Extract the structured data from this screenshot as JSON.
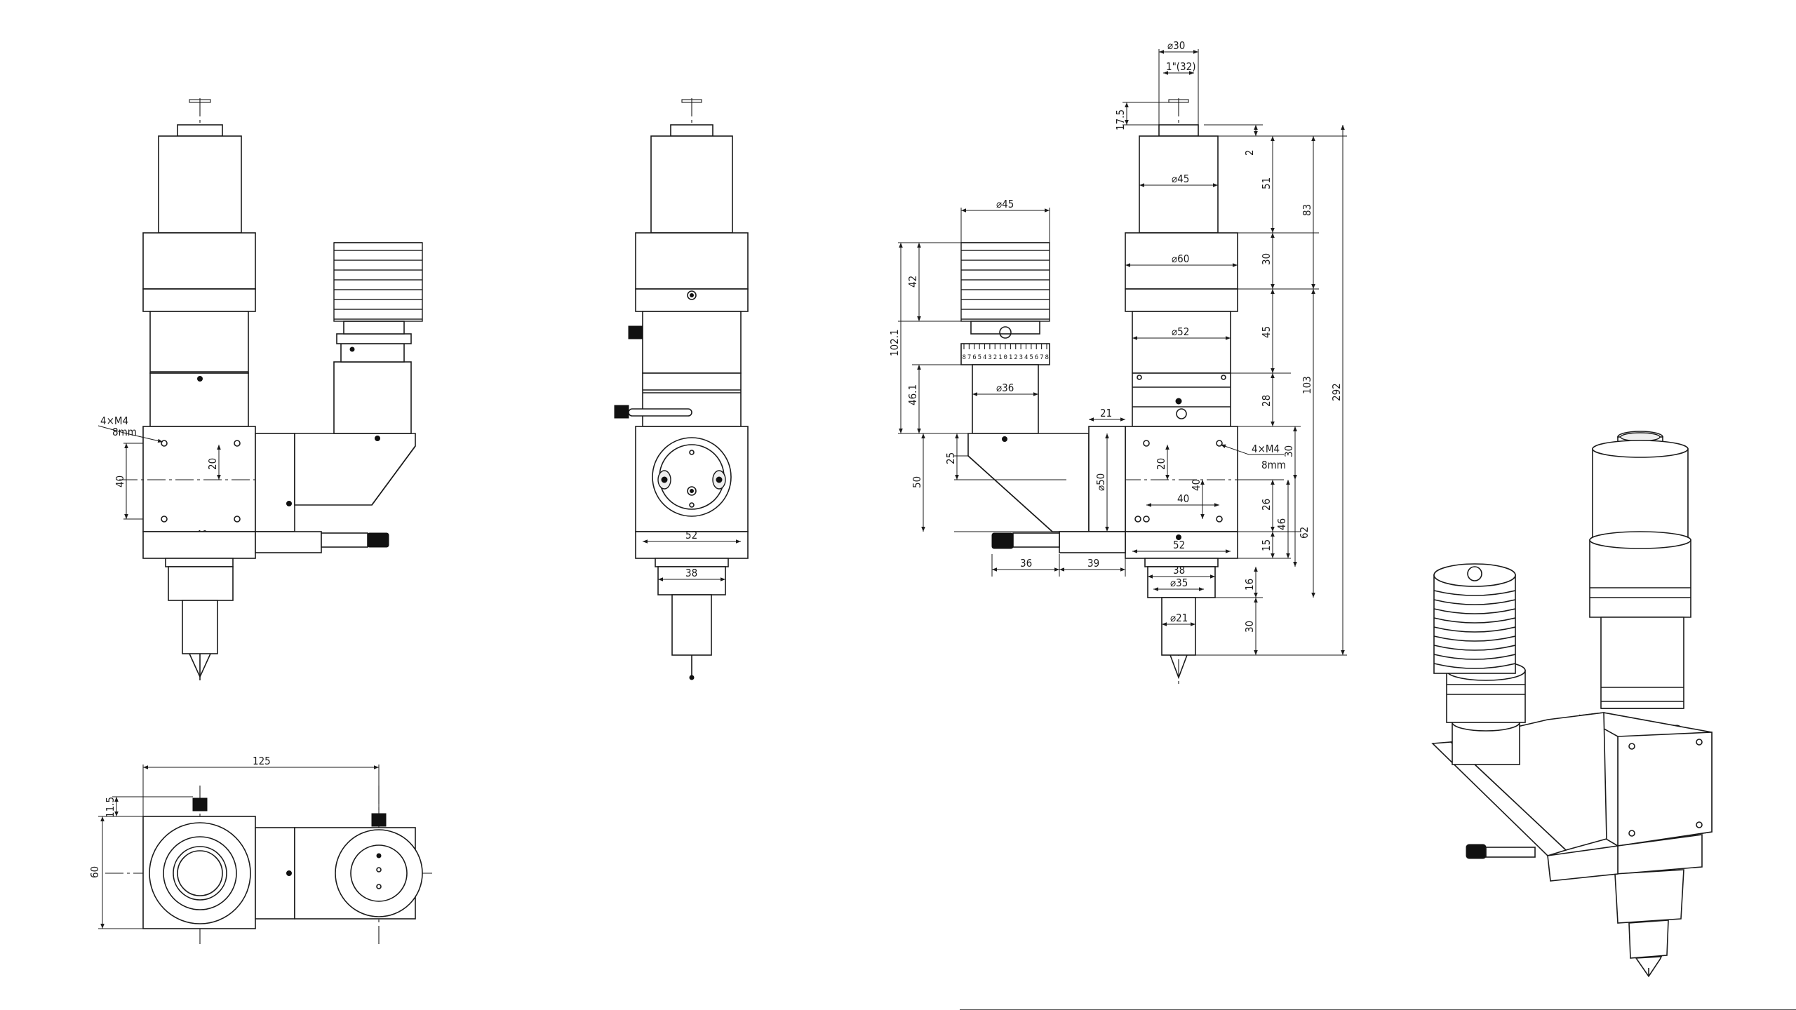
{
  "views": {
    "front": {
      "callout_holes": "4×M4",
      "callout_depth": "8mm",
      "dim_hole_vertical": "20",
      "dim_block_height": "40",
      "dim_hole_horizontal": "40"
    },
    "side": {
      "dim_block_width": "52",
      "dim_nose_width": "38"
    },
    "top": {
      "dim_overall_length": "125",
      "dim_knob_offset": "11.5",
      "dim_depth": "60"
    },
    "right": {
      "dia_top": "⌀30",
      "thread": "1\"(32)",
      "dim_cap": "17.5",
      "dim_2": "2",
      "dim_51": "51",
      "dim_83": "83",
      "dia_45_main": "⌀45",
      "dim_30_a": "30",
      "dia_60": "⌀60",
      "dim_45": "45",
      "dim_103": "103",
      "dim_292": "292",
      "dia_52_main": "⌀52",
      "dim_28": "28",
      "callout_holes": "4×M4",
      "callout_depth": "8mm",
      "dim_30_b": "30",
      "dim_20": "20",
      "dim_40_v": "40",
      "dim_40_h": "40",
      "dim_26": "26",
      "dim_46": "46",
      "dim_62": "62",
      "dim_15": "15",
      "dim_52_block": "52",
      "dim_38": "38",
      "dia_35": "⌀35",
      "dim_16": "16",
      "dia_21": "⌀21",
      "dim_30_c": "30",
      "dia_45_arm": "⌀45",
      "dim_42": "42",
      "dim_102_1": "102.1",
      "dim_46_1": "46.1",
      "dia_36": "⌀36",
      "dim_21": "21",
      "dim_25": "25",
      "dia_50": "⌀50",
      "dim_50": "50",
      "dim_36": "36",
      "dim_39": "39"
    }
  },
  "scale_ticks": [
    "8",
    "7",
    "6",
    "5",
    "4",
    "3",
    "2",
    "1",
    "0",
    "1",
    "2",
    "3",
    "4",
    "5",
    "6",
    "7",
    "8"
  ]
}
